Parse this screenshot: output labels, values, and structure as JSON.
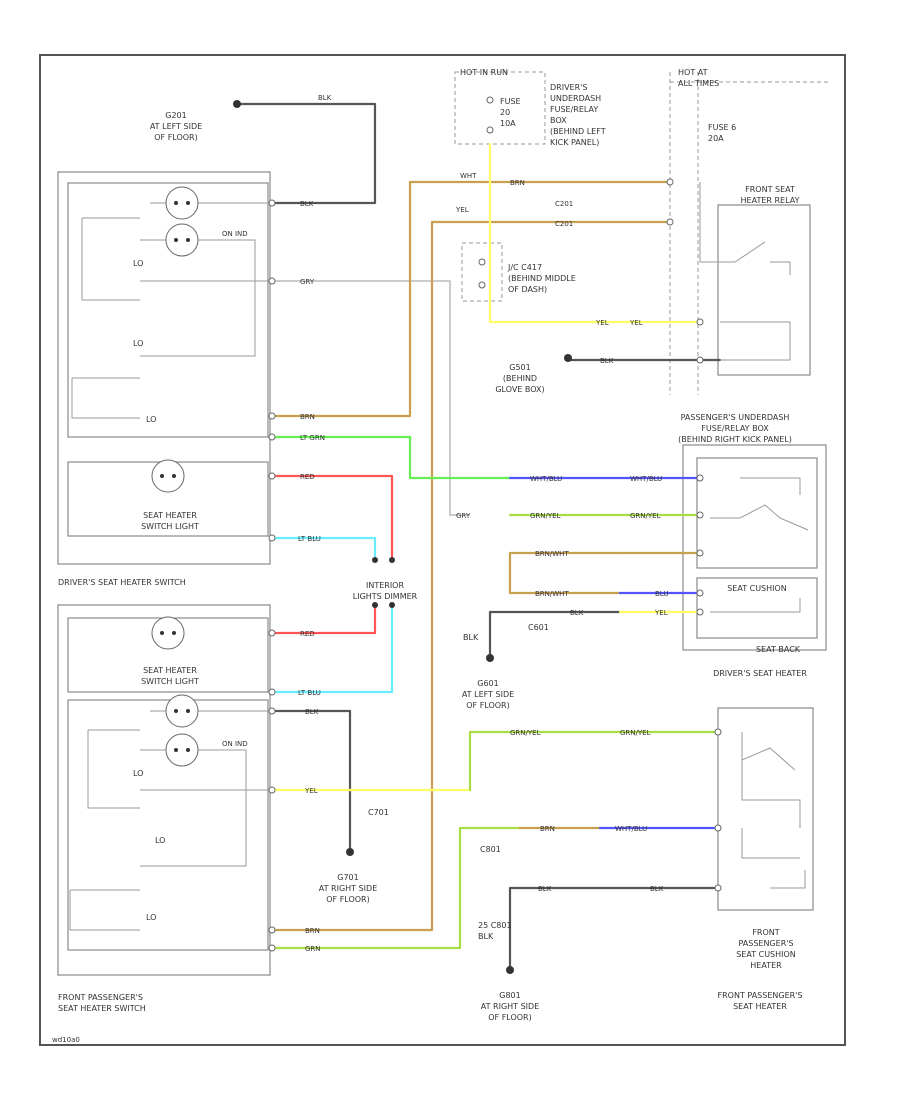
{
  "colors": {
    "border": "#555555",
    "blk": "#555555",
    "gry": "#a8a8a8",
    "brn": "#c8a050",
    "yel": "#ffff66",
    "ltgrn": "#66ee55",
    "red": "#ff5555",
    "ltblu": "#66eeff",
    "blu": "#5555ff",
    "grnyel": "#aadd44",
    "white": "#ffffff"
  },
  "labels": {
    "g201_left": [
      "G201",
      "AT LEFT SIDE",
      "OF FLOOR)"
    ],
    "hot_at_all_times": [
      "HOT AT",
      "ALL TIMES"
    ],
    "hot_in_run": [
      "HOT IN RUN"
    ],
    "fuse_20": [
      "FUSE",
      "20",
      "10A"
    ],
    "drivers_fuse_box": [
      "DRIVER'S",
      "UNDERDASH",
      "FUSE/RELAY",
      "BOX",
      "(BEHIND LEFT",
      "KICK PANEL)"
    ],
    "fuse_6": [
      "FUSE 6",
      "20A"
    ],
    "front_seat_relay": [
      "FRONT SEAT",
      "HEATER RELAY"
    ],
    "jc_c417": [
      "J/C C417",
      "(BEHIND MIDDLE",
      "OF DASH)"
    ],
    "g501": [
      "G501",
      "(BEHIND",
      "GLOVE BOX)"
    ],
    "passenger_fuse_box": [
      "PASSENGER'S UNDERDASH",
      "FUSE/RELAY BOX",
      "(BEHIND RIGHT KICK PANEL)"
    ],
    "seat_heater_switch_light_1": [
      "SEAT HEATER",
      "SWITCH LIGHT"
    ],
    "drivers_seat_heater_switch": [
      "DRIVER'S SEAT HEATER SWITCH"
    ],
    "interior_lights_dimmer": [
      "INTERIOR",
      "LIGHTS DIMMER"
    ],
    "seat_cushion": [
      "SEAT CUSHION"
    ],
    "seat_back": [
      "SEAT BACK"
    ],
    "drivers_seat_heater": [
      "DRIVER'S SEAT HEATER"
    ],
    "blk_ground": [
      "BLK"
    ],
    "c601": [
      "C601"
    ],
    "g601_left": [
      "G601",
      "AT LEFT SIDE",
      "OF FLOOR)"
    ],
    "seat_heater_switch_light_2": [
      "SEAT HEATER",
      "SWITCH LIGHT"
    ],
    "lo_1": [
      "LO"
    ],
    "lo_2": [
      "LO"
    ],
    "lo_3": [
      "LO"
    ],
    "lo_4": [
      "LO"
    ],
    "lo_5": [
      "LO"
    ],
    "lo_6": [
      "LO"
    ],
    "on_ind_1": [
      "ON IND"
    ],
    "on_ind_2": [
      "ON IND"
    ],
    "g701_right": [
      "G701",
      "AT RIGHT SIDE",
      "OF FLOOR)"
    ],
    "c701": [
      "C701"
    ],
    "c801": [
      "C801"
    ],
    "front_passengers_switch": [
      "FRONT PASSENGER'S",
      "SEAT HEATER SWITCH"
    ],
    "front_passengers_cushion": [
      "FRONT",
      "PASSENGER'S",
      "SEAT CUSHION",
      "HEATER"
    ],
    "front_passengers_seat_heater": [
      "FRONT PASSENGER'S",
      "SEAT HEATER"
    ],
    "g801_right": [
      "G801",
      "AT RIGHT SIDE",
      "OF FLOOR)"
    ],
    "blk_c801": [
      "25  C801",
      "BLK"
    ],
    "footer_code": [
      "wd10a0"
    ]
  },
  "wire_labels": {
    "blk_top": "BLK",
    "blk_switch": "BLK",
    "gry_1": "GRY",
    "brn_1": "BRN",
    "brn_2": "BRN",
    "wht": "WHT",
    "yel_1": "YEL",
    "c201_1": "C201",
    "c201_2": "C201",
    "yel_2": "YEL",
    "eyel": "YEL",
    "blk_g501": "BLK",
    "ltgrn": "LT GRN",
    "wht_blu_1": "WHT/BLU",
    "wht_blu_2": "WHT/BLU",
    "red_1": "RED",
    "ltblu_1": "LT BLU",
    "gry_2": "GRY",
    "grn_yel_1": "GRN/YEL",
    "grn_yel_2": "GRN/YEL",
    "brn_wht_1": "BRN/WHT",
    "brn_wht_2": "BRN/WHT",
    "blu_1": "BLU",
    "blk_c601": "BLK",
    "yel_3": "YEL",
    "red_2": "RED",
    "ltblu_2": "LT BLU",
    "blk_pass_top": "BLK",
    "yel_4": "YEL",
    "grn_yel_3": "GRN/YEL",
    "grn_yel_4": "GRN/YEL",
    "brn_3": "BRN",
    "wht_blu_3": "WHT/BLU",
    "blk_c801_1": "BLK",
    "blk_c801_2": "BLK",
    "brn_4": "BRN",
    "grn": "GRN"
  }
}
